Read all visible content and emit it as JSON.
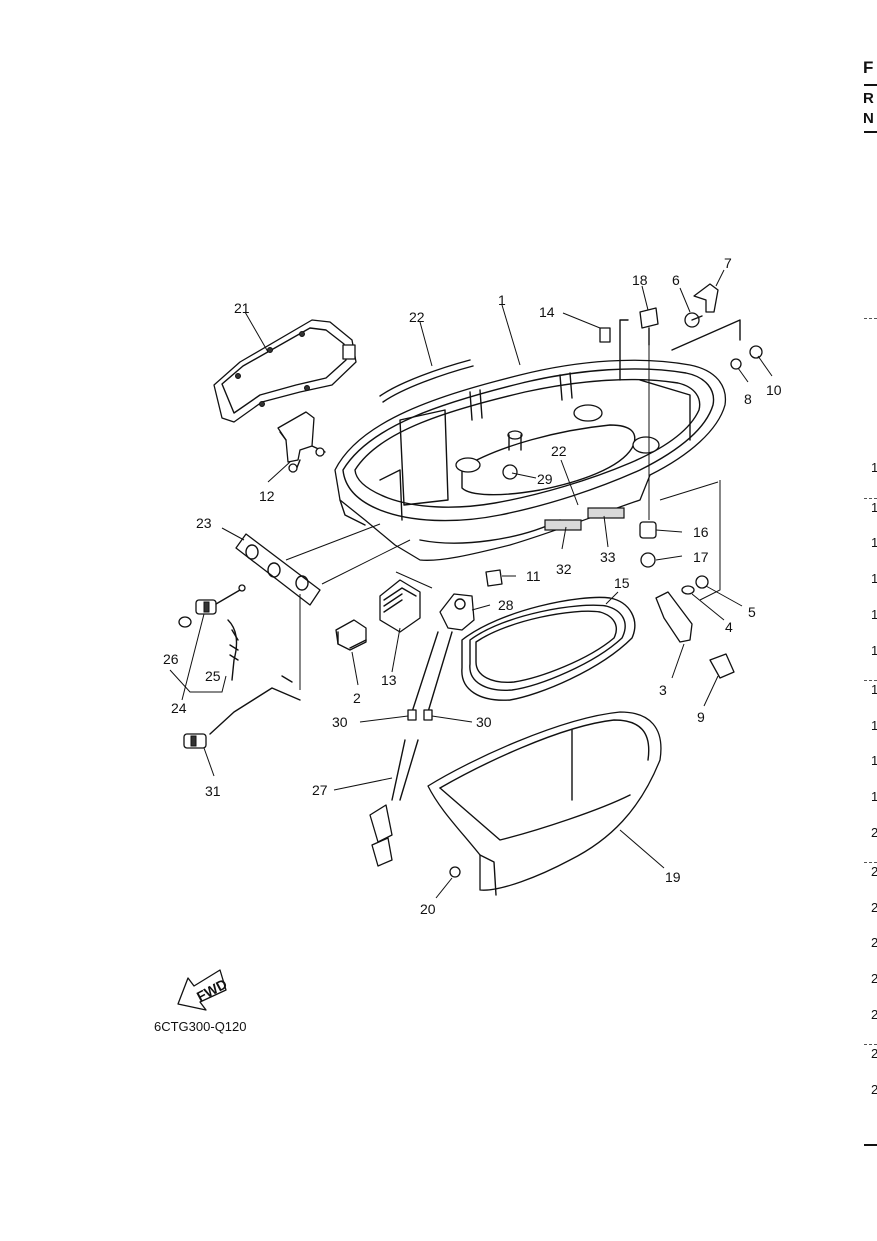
{
  "figure_code": "6CTG300-Q120",
  "fwd_label": "FWD",
  "right_edge": {
    "header_letters": [
      "F",
      "R",
      "N"
    ],
    "row_numbers": [
      "1",
      "1",
      "1",
      "1",
      "1",
      "1",
      "1",
      "1",
      "1",
      "1",
      "2",
      "2",
      "2",
      "2",
      "2",
      "2",
      "2",
      "2"
    ]
  },
  "callouts": [
    {
      "id": "c1",
      "label": "1"
    },
    {
      "id": "c2",
      "label": "2"
    },
    {
      "id": "c3",
      "label": "3"
    },
    {
      "id": "c4",
      "label": "4"
    },
    {
      "id": "c5",
      "label": "5"
    },
    {
      "id": "c6",
      "label": "6"
    },
    {
      "id": "c7",
      "label": "7"
    },
    {
      "id": "c8",
      "label": "8"
    },
    {
      "id": "c9",
      "label": "9"
    },
    {
      "id": "c10",
      "label": "10"
    },
    {
      "id": "c11",
      "label": "11"
    },
    {
      "id": "c12",
      "label": "12"
    },
    {
      "id": "c13",
      "label": "13"
    },
    {
      "id": "c14",
      "label": "14"
    },
    {
      "id": "c15",
      "label": "15"
    },
    {
      "id": "c16",
      "label": "16"
    },
    {
      "id": "c17",
      "label": "17"
    },
    {
      "id": "c18",
      "label": "18"
    },
    {
      "id": "c19",
      "label": "19"
    },
    {
      "id": "c20",
      "label": "20"
    },
    {
      "id": "c21",
      "label": "21"
    },
    {
      "id": "c22a",
      "label": "22"
    },
    {
      "id": "c22b",
      "label": "22"
    },
    {
      "id": "c23",
      "label": "23"
    },
    {
      "id": "c24",
      "label": "24"
    },
    {
      "id": "c25",
      "label": "25"
    },
    {
      "id": "c26",
      "label": "26"
    },
    {
      "id": "c27",
      "label": "27"
    },
    {
      "id": "c28",
      "label": "28"
    },
    {
      "id": "c29",
      "label": "29"
    },
    {
      "id": "c30a",
      "label": "30"
    },
    {
      "id": "c30b",
      "label": "30"
    },
    {
      "id": "c31",
      "label": "31"
    },
    {
      "id": "c32",
      "label": "32"
    },
    {
      "id": "c33",
      "label": "33"
    }
  ]
}
